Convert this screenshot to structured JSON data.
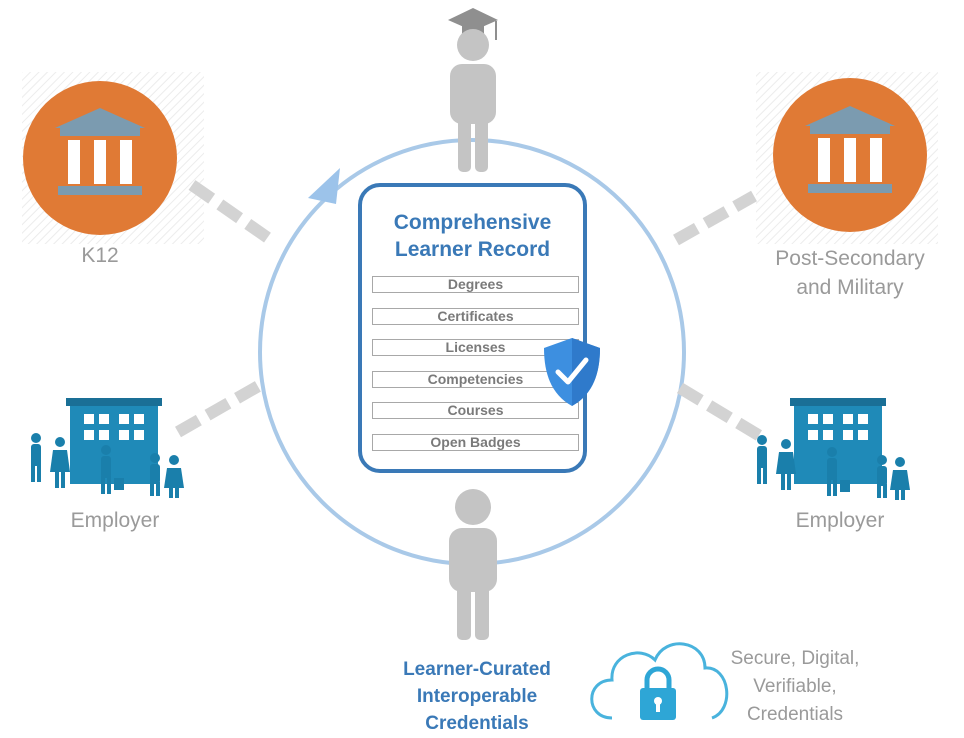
{
  "center_record": {
    "title_line1": "Comprehensive",
    "title_line2": "Learner Record",
    "items": [
      "Degrees",
      "Certificates",
      "Licenses",
      "Competencies",
      "Courses",
      "Open Badges"
    ]
  },
  "nodes": {
    "k12": "K12",
    "post_secondary_line1": "Post-Secondary",
    "post_secondary_line2": "and Military",
    "employer_left": "Employer",
    "employer_right": "Employer"
  },
  "bottom": {
    "title_line1": "Learner-Curated",
    "title_line2": "Interoperable",
    "title_line3": "Credentials",
    "cloud_line1": "Secure, Digital,",
    "cloud_line2": "Verifiable,",
    "cloud_line3": "Credentials"
  },
  "colors": {
    "accent_blue": "#3a79b7",
    "ring_blue": "#a9c9e8",
    "institution_orange": "#e07a35",
    "building_teal": "#1f8ab8",
    "person_gray": "#c4c4c4",
    "text_gray": "#9a9a9a",
    "shield_blue": "#3d8fe0"
  },
  "icons": [
    "institution-icon",
    "graduate-icon",
    "learner-icon",
    "building-icon",
    "people-icon",
    "shield-check-icon",
    "cloud-lock-icon",
    "cycle-arrow-icon"
  ]
}
